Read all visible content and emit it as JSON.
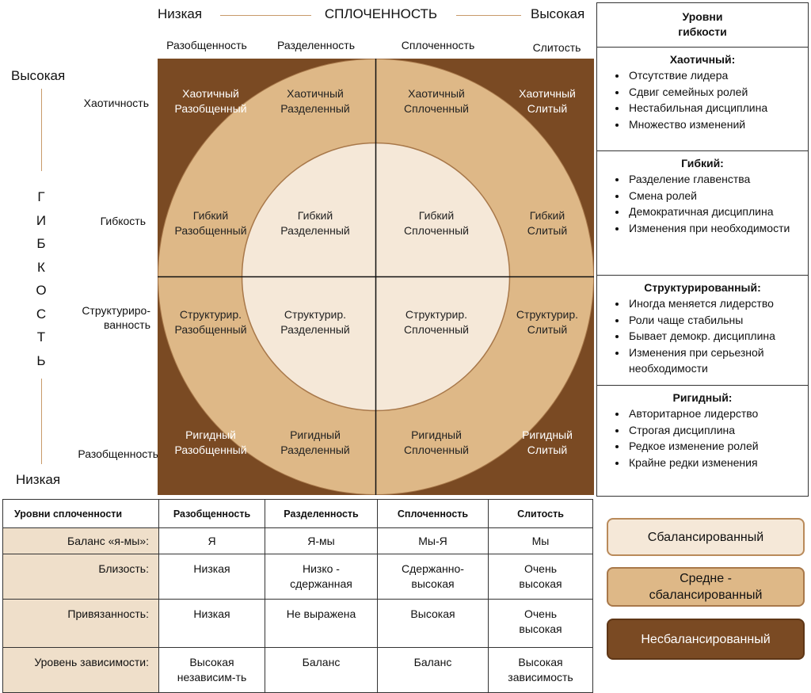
{
  "cohesion_axis": {
    "low": "Низкая",
    "title": "СПЛОЧЕННОСТЬ",
    "high": "Высокая",
    "columns": [
      "Разобщенность",
      "Разделенность",
      "Сплоченность",
      "Слитость"
    ]
  },
  "flexibility_axis": {
    "high": "Высокая",
    "low": "Низкая",
    "letters": [
      "Г",
      "И",
      "Б",
      "К",
      "О",
      "С",
      "Т",
      "Ь"
    ],
    "rows": [
      "Хаотичность",
      "Гибкость",
      "Структуриро-\nванность",
      "Разобщенность"
    ]
  },
  "grid": {
    "cells": [
      [
        "Хаотичный\nРазобщенный",
        "Хаотичный\nРазделенный",
        "Хаотичный\nСплоченный",
        "Хаотичный\nСлитый"
      ],
      [
        "Гибкий\nРазобщенный",
        "Гибкий\nРазделенный",
        "Гибкий\nСплоченный",
        "Гибкий\nСлитый"
      ],
      [
        "Структурир.\nРазобщенный",
        "Структурир.\nРазделенный",
        "Структурир.\nСплоченный",
        "Структурир.\nСлитый"
      ],
      [
        "Ригидный\nРазобщенный",
        "Ригидный\nРазделенный",
        "Ригидный\nСплоченный",
        "Ригидный\nСлитый"
      ]
    ]
  },
  "flex_levels": {
    "title": "Уровни\nгибкости",
    "sections": [
      {
        "name": "Хаотичный:",
        "items": [
          "Отсутствие лидера",
          "Сдвиг семейных ролей",
          "Нестабильная дисциплина",
          "Множество изменений"
        ]
      },
      {
        "name": "Гибкий:",
        "items": [
          "Разделение главенства",
          "Смена ролей",
          "Демократичная дисциплина",
          "Изменения при необходимости"
        ]
      },
      {
        "name": "Структурированный:",
        "items": [
          "Иногда меняется лидерство",
          "Роли чаще стабильны",
          "Бывает демокр. дисциплина",
          "Изменения при серьезной необходимости"
        ]
      },
      {
        "name": "Ригидный:",
        "items": [
          "Авторитарное лидерство",
          "Строгая дисциплина",
          "Редкое изменение ролей",
          "Крайне редки изменения"
        ]
      }
    ]
  },
  "cohesion_table": {
    "headers": [
      "Уровни сплоченности",
      "Разобщенность",
      "Разделенность",
      "Сплоченность",
      "Слитость"
    ],
    "rows": [
      {
        "label": "Баланс «я-мы»:",
        "values": [
          "Я",
          "Я-мы",
          "Мы-Я",
          "Мы"
        ]
      },
      {
        "label": "Близость:",
        "values": [
          "Низкая",
          "Низко -\nсдержанная",
          "Сдержанно-\nвысокая",
          "Очень\nвысокая"
        ]
      },
      {
        "label": "Привязанность:",
        "values": [
          "Низкая",
          "Не выражена",
          "Высокая",
          "Очень\nвысокая"
        ]
      },
      {
        "label": "Уровень зависимости:",
        "values": [
          "Высокая\nнезависим-ть",
          "Баланс",
          "Баланс",
          "Высокая\nзависимость"
        ]
      }
    ]
  },
  "legend": [
    {
      "label": "Сбалансированный",
      "color": "#f5e8d8"
    },
    {
      "label": "Средне -\nсбалансированный",
      "color": "#deb887"
    },
    {
      "label": "Несбалансированный",
      "color": "#7a4a23"
    }
  ],
  "colors": {
    "outer": "#7a4a23",
    "middle": "#deb887",
    "inner": "#f5e8d8",
    "accent_line": "#c89a6a"
  }
}
